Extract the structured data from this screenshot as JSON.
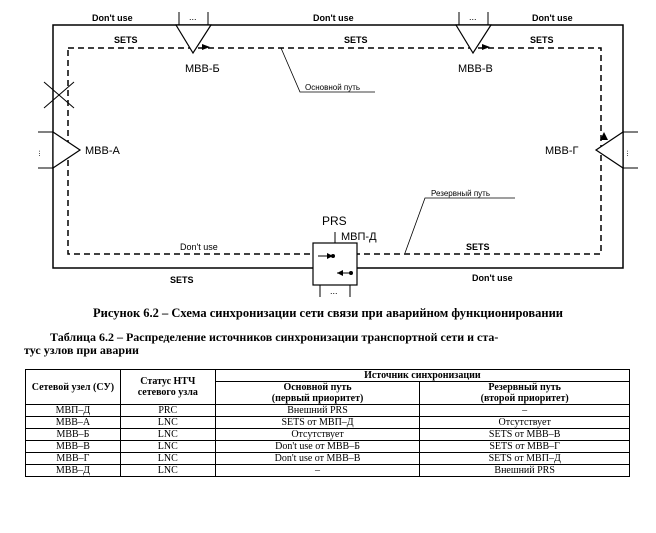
{
  "diagram": {
    "nodes": {
      "a": "МВВ-А",
      "b": "МВВ-Б",
      "v": "МВВ-В",
      "g": "МВВ-Г",
      "d": "МВП-Д",
      "prs": "PRS"
    },
    "labels": {
      "dont_use": "Don't use",
      "sets": "SETS",
      "main_path": "Основной путь",
      "reserve_path": "Резервный путь",
      "dots": "..."
    }
  },
  "figure_caption": "Рисунок 6.2 – Схема синхронизации сети связи при аварийном функционировании",
  "table_caption": {
    "line1": "Таблица 6.2 – Распределение источников синхронизации транспортной сети и ста-",
    "line2": "тус узлов при аварии"
  },
  "table": {
    "headers": {
      "node": "Сетевой узел (СУ)",
      "status": "Статус НТЧ сетевого узла",
      "sources": "Источник синхронизации",
      "main_l1": "Основной путь",
      "main_l2": "(первый приоритет)",
      "reserve_l1": "Резервный путь",
      "reserve_l2": "(второй приоритет)"
    },
    "rows": [
      {
        "node": "МВП–Д",
        "status": "PRC",
        "main": "Внешний PRS",
        "reserve": "–"
      },
      {
        "node": "МВВ–А",
        "status": "LNC",
        "main": "SETS от МВП–Д",
        "reserve": "Отсутствует"
      },
      {
        "node": "МВВ–Б",
        "status": "LNC",
        "main": "Отсутствует",
        "reserve": "SETS от МВВ–В"
      },
      {
        "node": "МВВ–В",
        "status": "LNC",
        "main": "Don't use от МВВ–Б",
        "reserve": "SETS от МВВ–Г"
      },
      {
        "node": "МВВ–Г",
        "status": "LNC",
        "main": "Don't use от МВВ–В",
        "reserve": "SETS от МВП–Д"
      },
      {
        "node": "МВВ–Д",
        "status": "LNC",
        "main": "–",
        "reserve": "Внешний PRS"
      }
    ]
  }
}
